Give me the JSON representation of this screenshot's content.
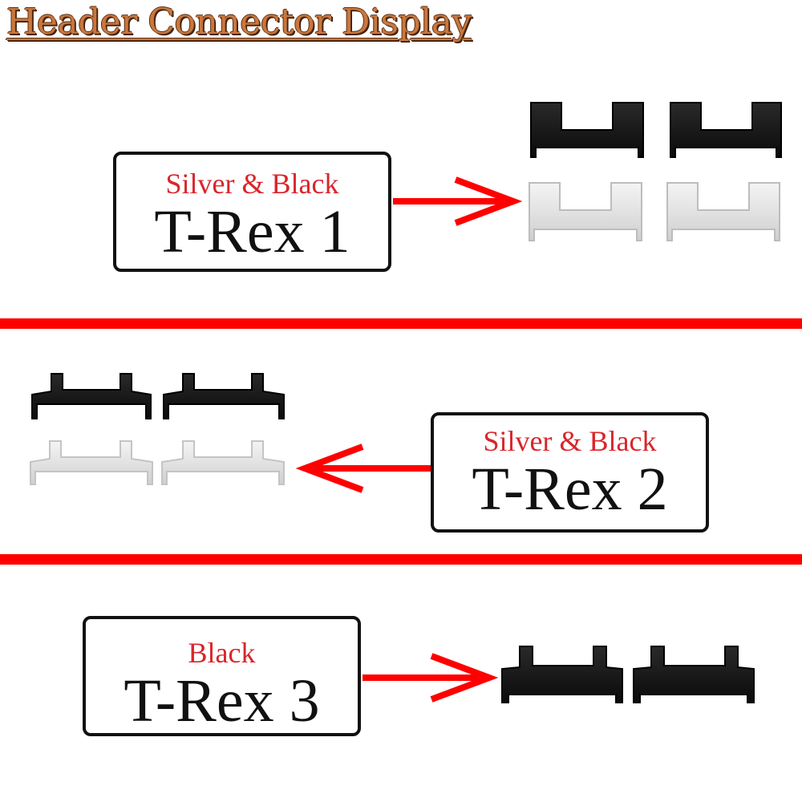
{
  "title": "Header Connector Display",
  "colors": {
    "accent": "#ff0000",
    "variant_text": "#d9252b",
    "title_text": "#c9773e",
    "black_part": "#111111",
    "silver_part": "#e6e6e6"
  },
  "sections": [
    {
      "variant": "Silver & Black",
      "model": "T-Rex 1",
      "arrow": "right-arrow-icon",
      "parts": [
        "black",
        "black",
        "silver",
        "silver"
      ]
    },
    {
      "variant": "Silver & Black",
      "model": "T-Rex 2",
      "arrow": "left-arrow-icon",
      "parts": [
        "black",
        "black",
        "silver",
        "silver"
      ]
    },
    {
      "variant": "Black",
      "model": "T-Rex 3",
      "arrow": "right-arrow-icon",
      "parts": [
        "black",
        "black"
      ]
    }
  ]
}
